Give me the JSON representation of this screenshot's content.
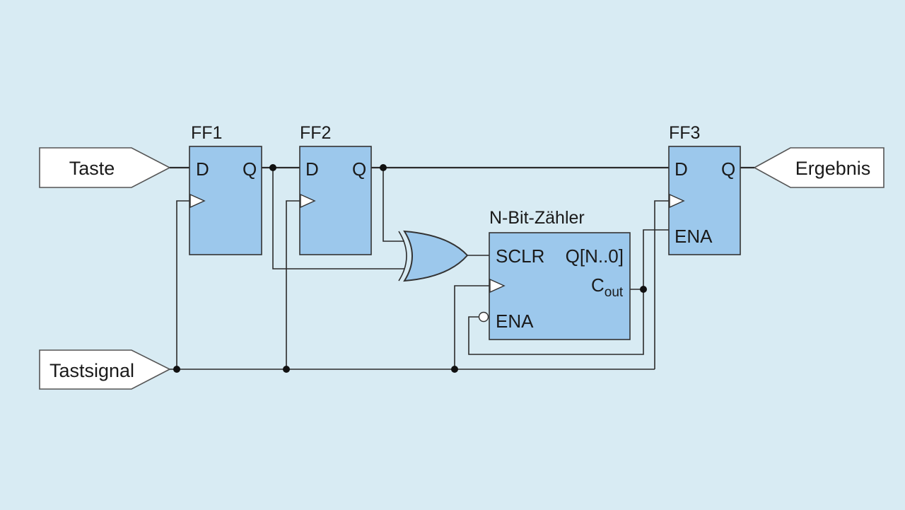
{
  "colors": {
    "background": "#d8ebf3",
    "block_fill": "#9cc8ec",
    "port_fill": "#ffffff",
    "wire": "#2b2b2b"
  },
  "ports": {
    "taste": "Taste",
    "tastsignal": "Tastsignal",
    "ergebnis": "Ergebnis"
  },
  "ff1": {
    "title": "FF1",
    "d": "D",
    "q": "Q"
  },
  "ff2": {
    "title": "FF2",
    "d": "D",
    "q": "Q"
  },
  "ff3": {
    "title": "FF3",
    "d": "D",
    "q": "Q",
    "ena": "ENA"
  },
  "counter": {
    "title": "N-Bit-Zähler",
    "sclr": "SCLR",
    "q": "Q[N..0]",
    "cout_main": "C",
    "cout_sub": "out",
    "ena": "ENA"
  }
}
